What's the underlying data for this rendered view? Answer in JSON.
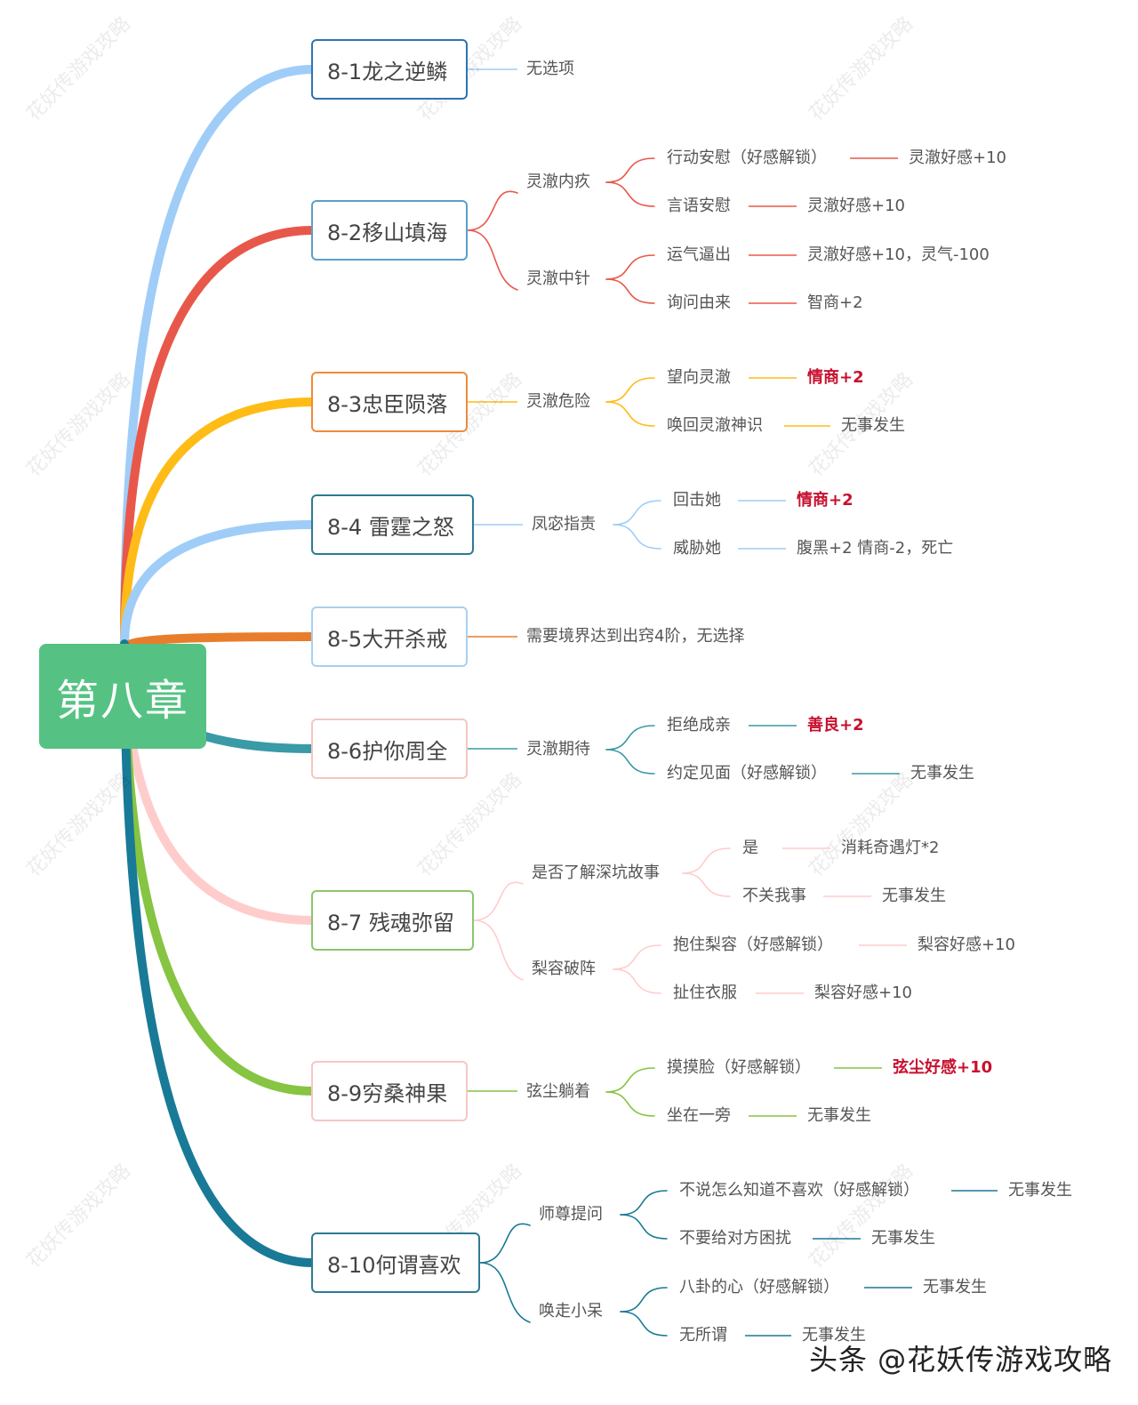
{
  "root": {
    "label": "第八章",
    "color": "#55c283"
  },
  "sections": [
    {
      "id": "s1",
      "label": "8-1龙之逆鳞",
      "color": "#9fcdf8",
      "border": "#2f73b5",
      "children": [
        {
          "label": "无选项"
        }
      ]
    },
    {
      "id": "s2",
      "label": "8-2移山填海",
      "color": "#e8584a",
      "border": "#5aa0c8",
      "children": [
        {
          "label": "灵澈内疚",
          "children": [
            {
              "label": "行动安慰（好感解锁）",
              "result": "灵澈好感+10"
            },
            {
              "label": "言语安慰",
              "result": "灵澈好感+10"
            }
          ]
        },
        {
          "label": "灵澈中针",
          "children": [
            {
              "label": "运气逼出",
              "result": "灵澈好感+10，灵气-100"
            },
            {
              "label": "询问由来",
              "result": "智商+2"
            }
          ]
        }
      ]
    },
    {
      "id": "s3",
      "label": "8-3忠臣陨落",
      "color": "#ffbb16",
      "border": "#ef8a3c",
      "children": [
        {
          "label": "灵澈危险",
          "children": [
            {
              "label": "望向灵澈",
              "result": "情商+2",
              "highlight": true
            },
            {
              "label": "唤回灵澈神识",
              "result": "无事发生"
            }
          ]
        }
      ]
    },
    {
      "id": "s4",
      "label": "8-4 雷霆之怒",
      "color": "#9fcdf8",
      "border": "#2e7a93",
      "children": [
        {
          "label": "凤宓指责",
          "children": [
            {
              "label": "回击她",
              "result": "情商+2",
              "highlight": true
            },
            {
              "label": "威胁她",
              "result": "腹黑+2 情商-2，死亡"
            }
          ]
        }
      ]
    },
    {
      "id": "s5",
      "label": "8-5大开杀戒",
      "color": "#e87d2b",
      "border": "#a8d0f0",
      "children": [
        {
          "label": "需要境界达到出窍4阶，无选择"
        }
      ]
    },
    {
      "id": "s6",
      "label": "8-6护你周全",
      "color": "#3a9aa6",
      "border": "#f5c6c0",
      "children": [
        {
          "label": "灵澈期待",
          "children": [
            {
              "label": "拒绝成亲",
              "result": "善良+2",
              "highlight": true
            },
            {
              "label": "约定见面（好感解锁）",
              "result": "无事发生"
            }
          ]
        }
      ]
    },
    {
      "id": "s7",
      "label": "8-7 残魂弥留",
      "color": "#ffcccc",
      "border": "#8cc56c",
      "children": [
        {
          "label": "是否了解深坑故事",
          "children": [
            {
              "label": "是",
              "result": "消耗奇遇灯*2"
            },
            {
              "label": "不关我事",
              "result": "无事发生"
            }
          ]
        },
        {
          "label": "梨容破阵",
          "children": [
            {
              "label": "抱住梨容（好感解锁）",
              "result": "梨容好感+10"
            },
            {
              "label": "扯住衣服",
              "result": "梨容好感+10"
            }
          ]
        }
      ]
    },
    {
      "id": "s9",
      "label": "8-9穷桑神果",
      "color": "#86c442",
      "border": "#f7c6c6",
      "children": [
        {
          "label": "弦尘躺着",
          "children": [
            {
              "label": "摸摸脸（好感解锁）",
              "result": "弦尘好感+10",
              "highlight": true
            },
            {
              "label": "坐在一旁",
              "result": "无事发生"
            }
          ]
        }
      ]
    },
    {
      "id": "s10",
      "label": "8-10何谓喜欢",
      "color": "#187a96",
      "border": "#2e7a93",
      "children": [
        {
          "label": "师尊提问",
          "children": [
            {
              "label": "不说怎么知道不喜欢（好感解锁）",
              "result": "无事发生"
            },
            {
              "label": "不要给对方困扰",
              "result": "无事发生"
            }
          ]
        },
        {
          "label": "唤走小呆",
          "children": [
            {
              "label": "八卦的心（好感解锁）",
              "result": "无事发生"
            },
            {
              "label": "无所谓",
              "result": "无事发生"
            }
          ]
        }
      ]
    }
  ],
  "watermark": "花妖传游戏攻略",
  "credit": "头条 @花妖传游戏攻略"
}
